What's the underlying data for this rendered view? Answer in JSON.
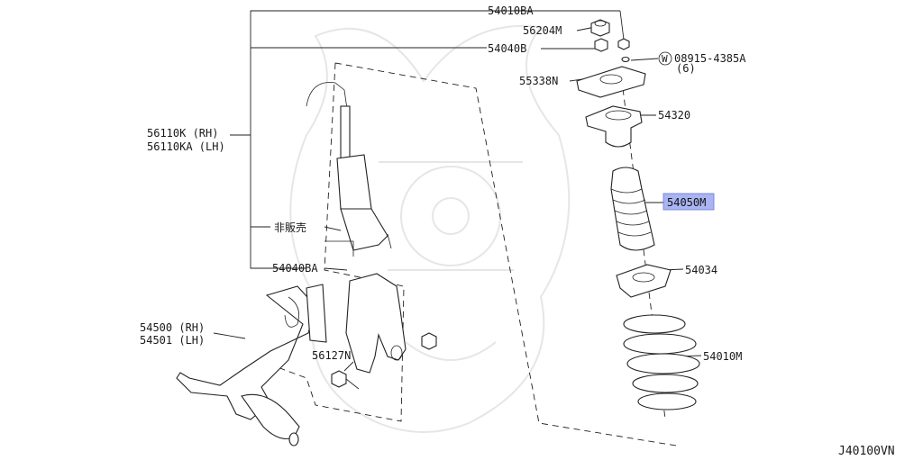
{
  "highlight_color": "#aab4f2",
  "labels": {
    "p54010BA": "54010BA",
    "p56204M": "56204M",
    "p54040B": "54040B",
    "p08915": "08915-4385A",
    "p08915_qty": "(6)",
    "p08915_marker": "W",
    "p55338N": "55338N",
    "p54320": "54320",
    "p56110K": "56110K (RH)",
    "p56110KA": "56110KA (LH)",
    "p54050M": "54050M",
    "p_notforsale": "非販売",
    "p54034": "54034",
    "p54040BA": "54040BA",
    "p54500": "54500 (RH)",
    "p54501": "54501 (LH)",
    "p56127N": "56127N",
    "p54010M": "54010M",
    "diagram_code": "J40100VN"
  }
}
